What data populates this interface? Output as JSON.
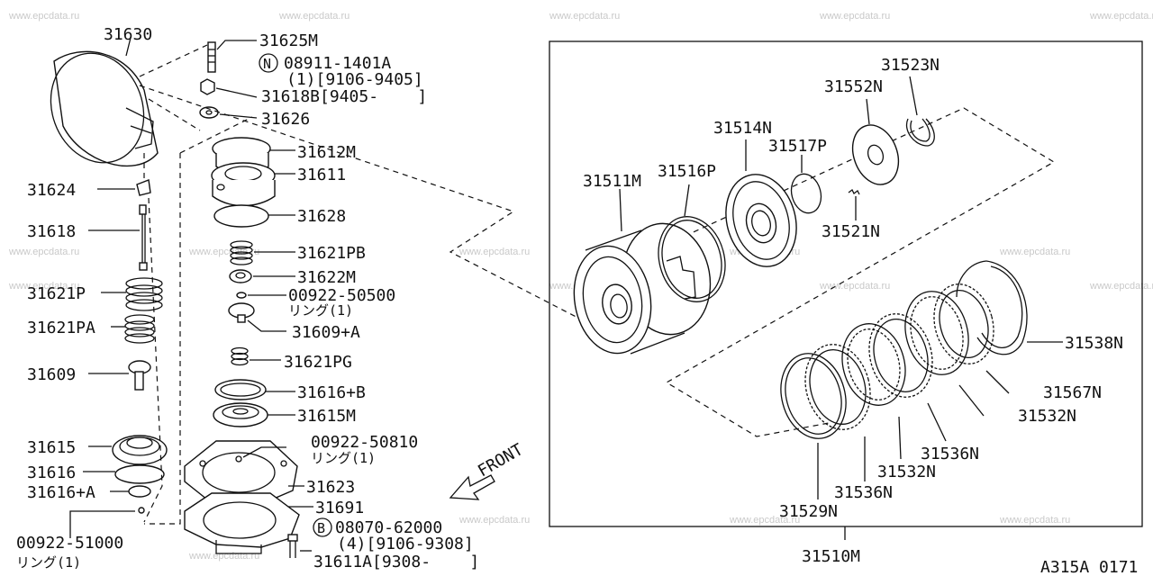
{
  "watermark": "www.epcdata.ru",
  "diagram_code": "A315A 0171",
  "front_label": "FRONT",
  "left_labels": {
    "p31630": "31630",
    "p31624": "31624",
    "p31618": "31618",
    "p31621P": "31621P",
    "p31621PA": "31621PA",
    "p31609": "31609",
    "p31615": "31615",
    "p31616": "31616",
    "p31616A": "31616+A",
    "p00922_51000": "00922-51000",
    "p00922_51000_note": "リング(1)"
  },
  "center_labels": {
    "p31625M": "31625M",
    "badgeN": "N",
    "p08911": "08911-1401A",
    "p08911_note": "(1)[9106-9405]",
    "p31618B": "31618B[9405-    ]",
    "p31626": "31626",
    "p31612M": "31612M",
    "p31611": "31611",
    "p31628": "31628",
    "p31621PB": "31621PB",
    "p31622M": "31622M",
    "p00922_50500": "00922-50500",
    "p00922_50500_note": "リング(1)",
    "p31609A": "31609+A",
    "p31621PG": "31621PG",
    "p31616B": "31616+B",
    "p31615M": "31615M",
    "p00922_50810": "00922-50810",
    "p00922_50810_note": "リング(1)",
    "p31623": "31623",
    "p31691": "31691",
    "badgeB": "B",
    "p08070": "08070-62000",
    "p08070_note": "(4)[9106-9308]",
    "p31611A": "31611A[9308-    ]"
  },
  "right_labels": {
    "p31523N": "31523N",
    "p31552N": "31552N",
    "p31514N": "31514N",
    "p31517P": "31517P",
    "p31511M": "31511M",
    "p31516P": "31516P",
    "p31521N": "31521N",
    "p31538N": "31538N",
    "p31567N": "31567N",
    "p31532N_a": "31532N",
    "p31536N_a": "31536N",
    "p31532N_b": "31532N",
    "p31536N_b": "31536N",
    "p31529N": "31529N",
    "p31510M": "31510M"
  }
}
